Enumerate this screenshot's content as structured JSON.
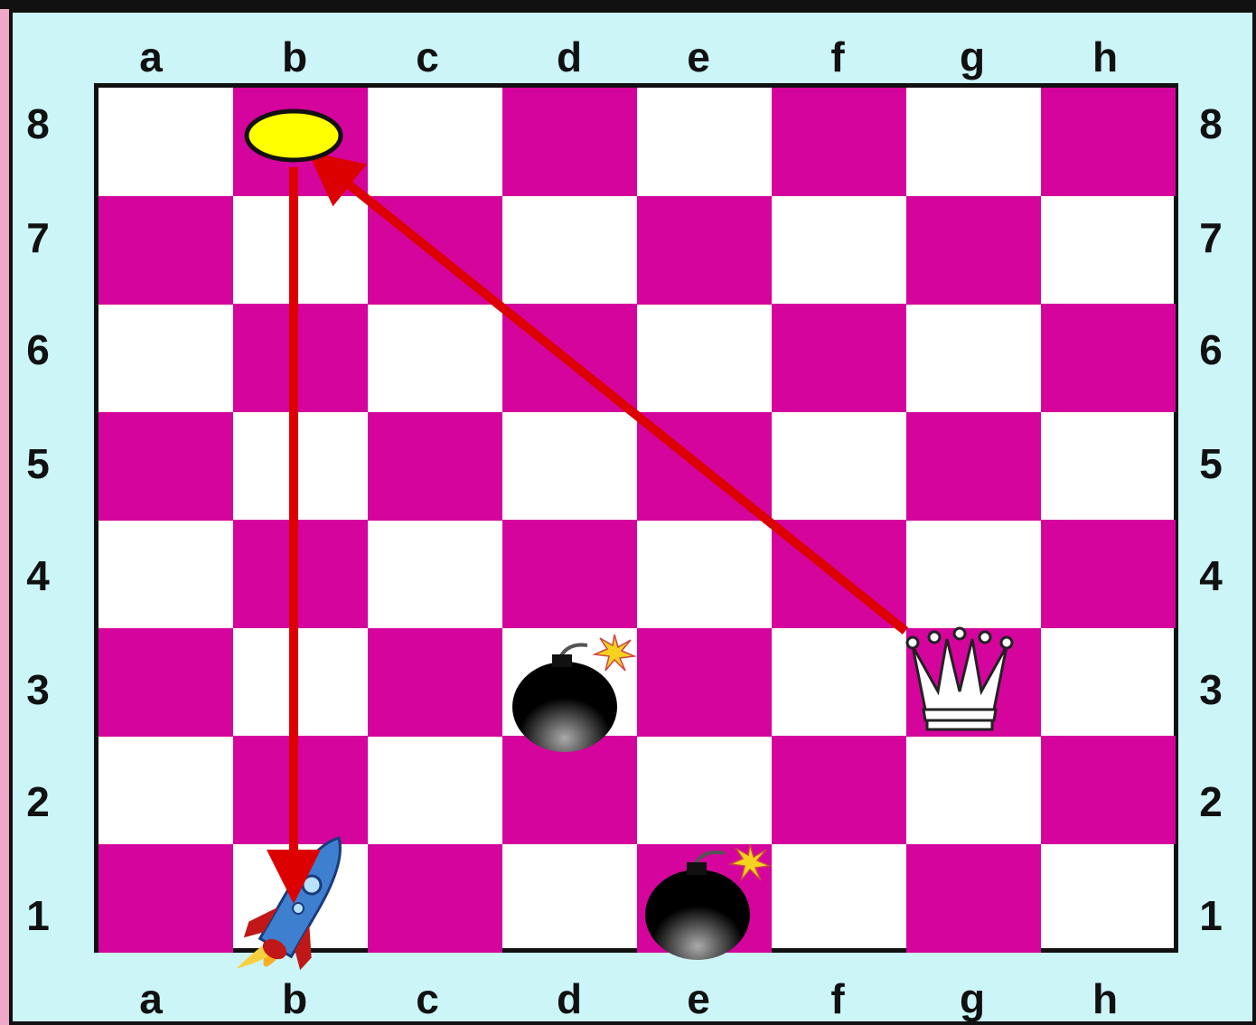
{
  "board": {
    "files_top": [
      "a",
      "b",
      "c",
      "d",
      "e",
      "f",
      "g",
      "h"
    ],
    "files_bottom": [
      "a",
      "b",
      "c",
      "d",
      "e",
      "f",
      "g",
      "h"
    ],
    "ranks_left": [
      "8",
      "7",
      "6",
      "5",
      "4",
      "3",
      "2",
      "1"
    ],
    "ranks_right": [
      "8",
      "7",
      "6",
      "5",
      "4",
      "3",
      "2",
      "1"
    ],
    "light_color": "#ffffff",
    "dark_color": "#d4049c",
    "frame_color": "#ccf5f8"
  },
  "pieces": [
    {
      "name": "queen-icon",
      "square": "g3",
      "color": "white"
    },
    {
      "name": "bomb-icon",
      "square": "d3"
    },
    {
      "name": "bomb-icon",
      "square": "e1"
    },
    {
      "name": "rocket-icon",
      "square": "b1"
    },
    {
      "name": "target-marker",
      "square": "b8",
      "color": "#ffff00"
    }
  ],
  "arrows": [
    {
      "from": "g3",
      "to": "b8",
      "color": "#dd0000"
    },
    {
      "from": "b8",
      "to": "b1",
      "color": "#dd0000"
    }
  ]
}
